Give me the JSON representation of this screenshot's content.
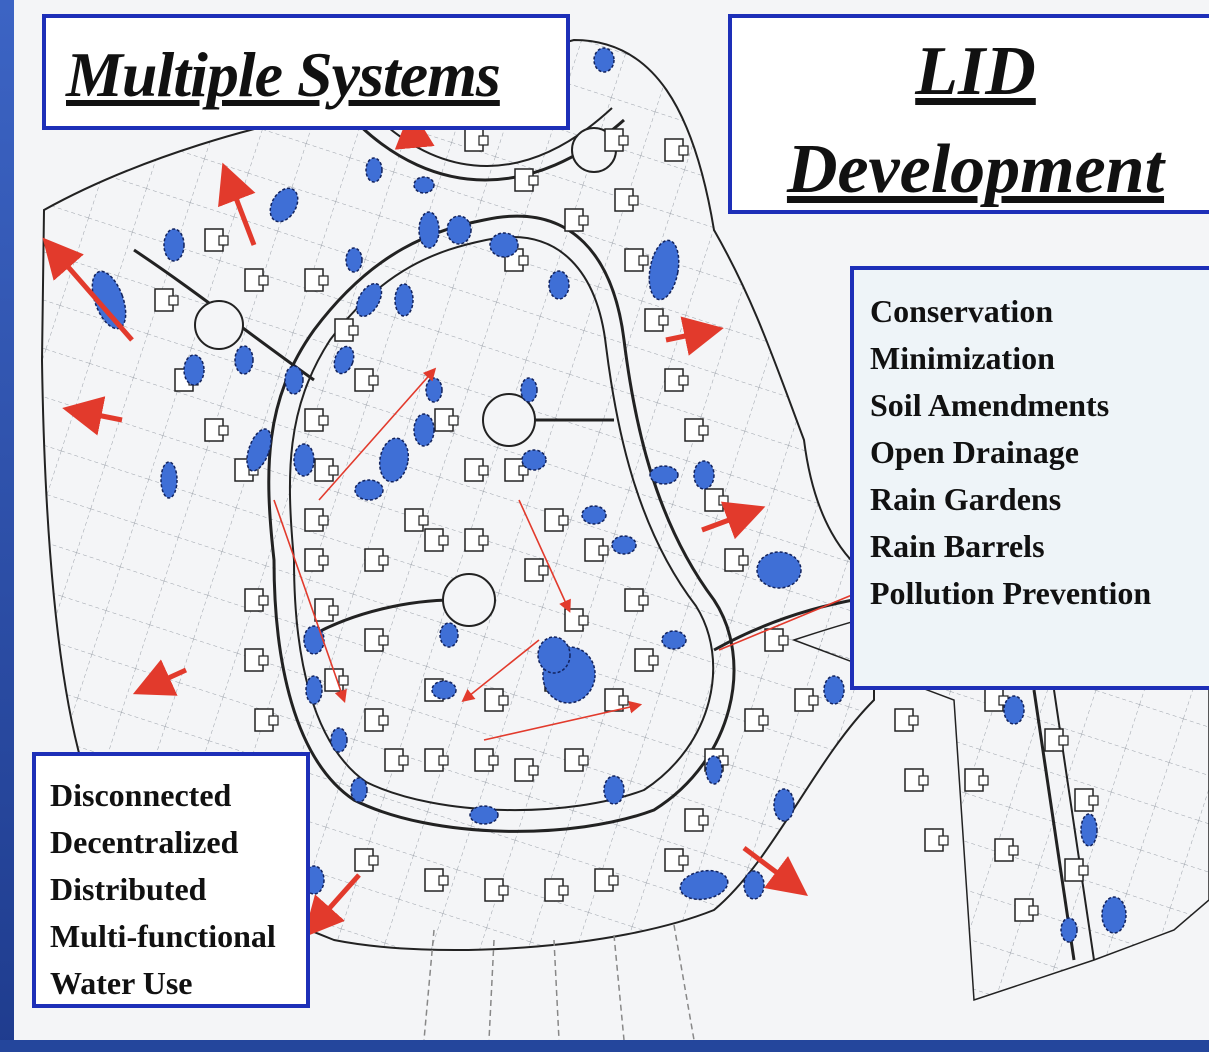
{
  "title": "Multiple Systems",
  "lid": {
    "line1": "LID",
    "line2": "Development"
  },
  "practices": [
    "Conservation",
    "Minimization",
    "Soil Amendments",
    "Open Drainage",
    "Rain Gardens",
    "Rain Barrels",
    "Pollution Prevention"
  ],
  "distribution": [
    "Disconnected",
    "Decentralized",
    "Distributed",
    "Multi-functional",
    "Water Use"
  ],
  "colors": {
    "frame": "#2b4fa6",
    "box_border": "#1d2fb8",
    "basin_fill": "#3f6fd6",
    "arrow": "#e23a2c",
    "plan_lines": "#222222"
  }
}
